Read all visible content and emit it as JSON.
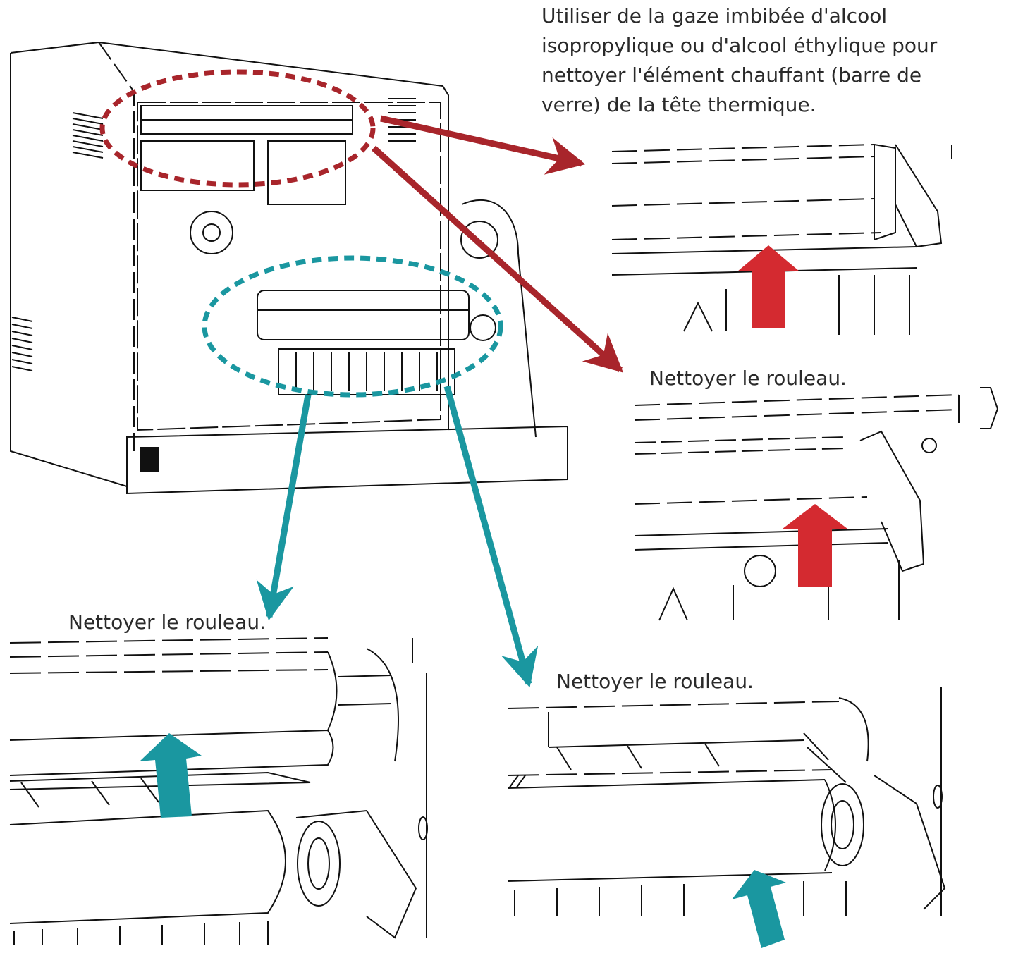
{
  "captions": {
    "head": "Utiliser de la gaze imbibée d'alcool isopropylique ou d'alcool éthylique pour nettoyer l'élément chauffant (barre de verre) de la tête thermique.",
    "head_roller": "Nettoyer le rouleau.",
    "left_roller": "Nettoyer le rouleau.",
    "right_roller": "Nettoyer le rouleau."
  },
  "colors": {
    "red": "#a8252b",
    "red_arrow": "#d42a30",
    "teal": "#1a97a0",
    "line": "#111111"
  },
  "icons": {
    "callout_arrow": "arrow-icon",
    "cleaning_indicator": "arrow-up-icon",
    "highlight": "dashed-ellipse"
  }
}
